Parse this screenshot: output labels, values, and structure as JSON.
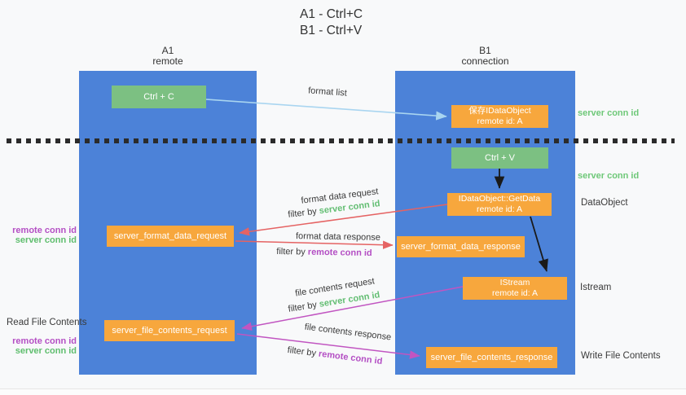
{
  "title": {
    "line1": "A1 - Ctrl+C",
    "line2": "B1 - Ctrl+V"
  },
  "columns": {
    "a1": {
      "name": "A1",
      "subtitle": "remote"
    },
    "b1": {
      "name": "B1",
      "subtitle": "connection"
    }
  },
  "boxes": {
    "ctrl_c": "Ctrl + C",
    "ctrl_v": "Ctrl + V",
    "save_dataobject": {
      "line1": "保存IDataObject",
      "line2": "remote id: A"
    },
    "getdata": {
      "line1": "IDataObject::GetData",
      "line2": "remote id: A"
    },
    "istream": {
      "line1": "IStream",
      "line2": "remote id: A"
    },
    "format_request": "server_format_data_request",
    "format_response": "server_format_data_response",
    "file_request": "server_file_contents_request",
    "file_response": "server_file_contents_response"
  },
  "flow_labels": {
    "format_list": "format list",
    "format_data_request": "format data request",
    "filter_server_1": {
      "prefix": "filter by ",
      "id": "server conn id"
    },
    "format_data_response": "format data response",
    "filter_remote_1": {
      "prefix": "filter by ",
      "id": "remote conn id"
    },
    "file_contents_request": "file contents request",
    "filter_server_2": {
      "prefix": "filter by ",
      "id": "server conn id"
    },
    "file_contents_response": "file contents response",
    "filter_remote_2": {
      "prefix": "filter by ",
      "id": "remote conn id"
    }
  },
  "annotations": {
    "left_ids_1": {
      "remote": "remote conn id",
      "server": "server conn id"
    },
    "read_file": "Read File Contents",
    "left_ids_2": {
      "remote": "remote conn id",
      "server": "server conn id"
    },
    "right_server_1": "server conn id",
    "right_server_2": "server conn id",
    "dataobject": "DataObject",
    "istream": "Istream",
    "write_file": "Write File Contents"
  },
  "colors": {
    "column_blue": "#4C82D8",
    "box_green": "#7CC082",
    "box_orange": "#F7A73D",
    "arrow_red": "#E56363",
    "arrow_magenta": "#C155C1",
    "arrow_light_blue": "#A9D5F0",
    "arrow_black": "#1A1A1A",
    "id_green": "#63BE73",
    "id_purple": "#B44FC4"
  }
}
